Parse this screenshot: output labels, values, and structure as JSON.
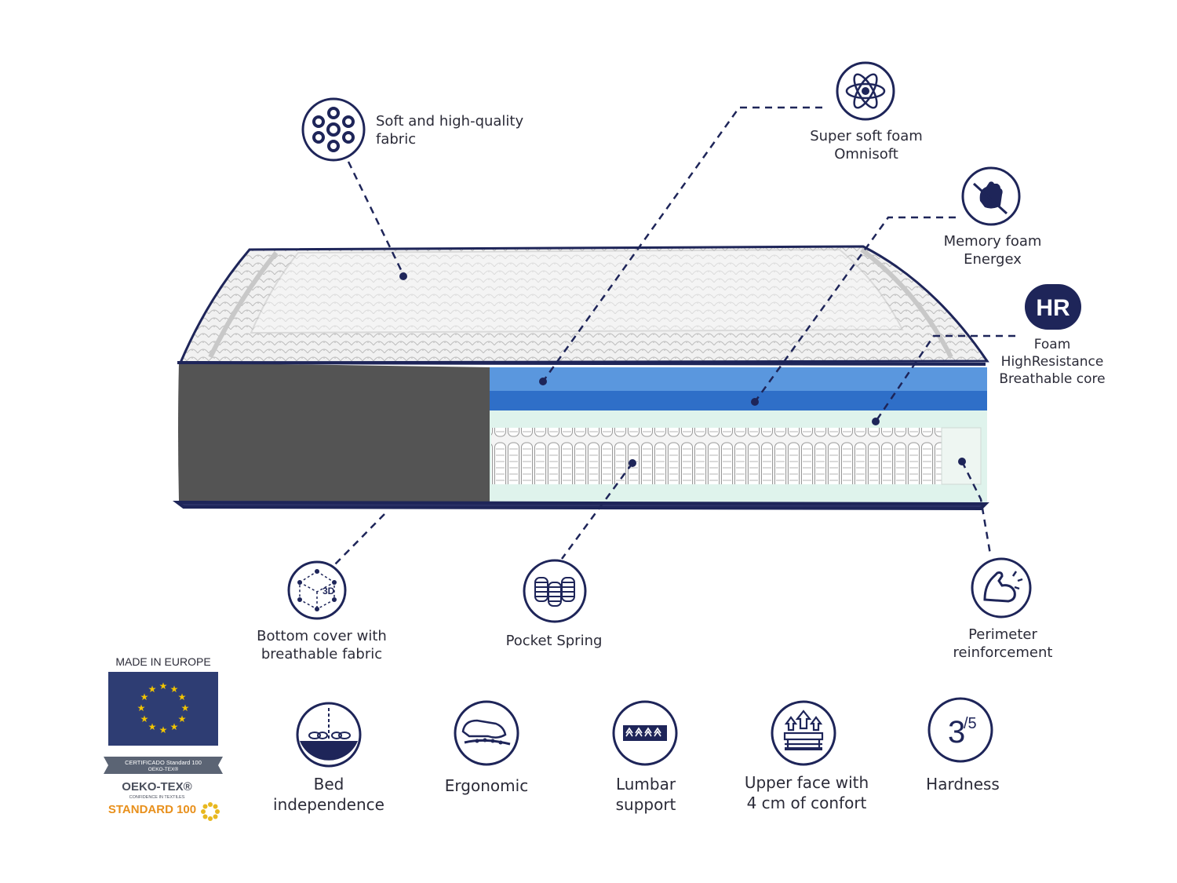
{
  "colors": {
    "navy": "#1e2559",
    "foam_top": "#5a97de",
    "foam_mid": "#2f6fc8",
    "core": "#dff3ec",
    "side": "#545454",
    "eu_blue": "#2e3d73",
    "eu_star": "#f2c500",
    "oeko_orange": "#e8901c"
  },
  "features": {
    "fabric": [
      "Soft and high-quality",
      "fabric"
    ],
    "omnisoft": [
      "Super soft foam",
      "Omnisoft"
    ],
    "energex": [
      "Memory foam",
      "Energex"
    ],
    "hr_badge": "HR",
    "hr": [
      "Foam",
      "HighResistance",
      "Breathable core"
    ],
    "bottom": [
      "Bottom cover with",
      "breathable fabric"
    ],
    "bottom_badge": "3D",
    "pocket": [
      "Pocket Spring"
    ],
    "perimeter": [
      "Perimeter",
      "reinforcement"
    ]
  },
  "benefits": {
    "bed": [
      "Bed",
      "independence"
    ],
    "ergonomic": [
      "Ergonomic"
    ],
    "lumbar": [
      "Lumbar",
      "support"
    ],
    "upper": [
      "Upper face with",
      "4 cm of confort"
    ],
    "hardness_value": "3",
    "hardness_scale": "/5",
    "hardness": [
      "Hardness"
    ]
  },
  "certification": {
    "made_in": "MADE IN EUROPE",
    "certificate_line": "CERTIFICADO Standard 100",
    "certificate_line2": "OEKO-TEX®",
    "oeko": "OEKO-TEX®",
    "oeko_sub": "CONFIDENCE IN TEXTILES",
    "standard": "STANDARD 100"
  }
}
